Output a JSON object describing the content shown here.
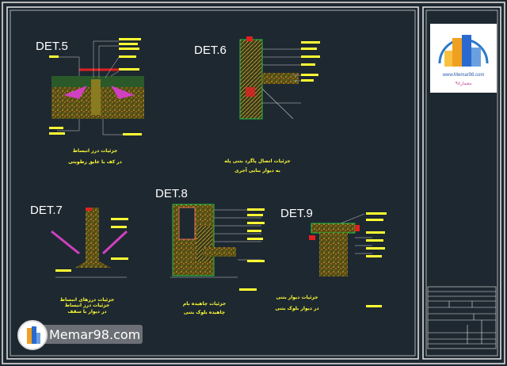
{
  "details": [
    {
      "id": "DET.5",
      "caption": [
        "جزئیات درز انبساط",
        "در کف با عایق رطوبتی"
      ]
    },
    {
      "id": "DET.6",
      "caption": [
        "جزئیات اتصال پاگرد بتنی پله",
        "به دیوار بنایی آجری"
      ]
    },
    {
      "id": "DET.7",
      "caption": [
        "جزئیات درزهای انبساط",
        "جزئیات درز انبساط",
        "در دیوار با سقف"
      ]
    },
    {
      "id": "DET.8",
      "caption": [
        "جزئیات چاهیده بام",
        "چاهیده بلوک بتنی"
      ]
    },
    {
      "id": "DET.9",
      "caption": [
        "جزئیات دیوار بتنی",
        "در دیوار بلوک بتنی"
      ]
    }
  ],
  "watermark": {
    "text": "Memar98.com"
  },
  "title_block": {
    "logo_url": "www.Memar98.com",
    "logo_fa": "معمار۹۸"
  },
  "colors": {
    "background": "#1e2831",
    "frame": "#e8e8e8",
    "label": "#ffff33",
    "gravel": "#6b5a1a",
    "hatch": "#c8a840",
    "accent_red": "#e02020",
    "accent_magenta": "#d040c0",
    "green": "#20c040"
  }
}
